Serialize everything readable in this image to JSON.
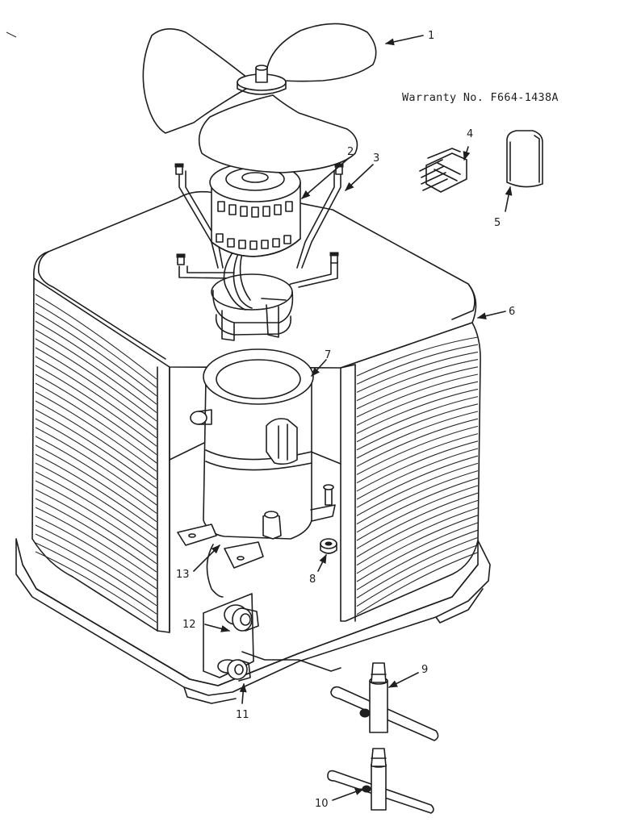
{
  "warranty": "Warranty No. F664-1438A",
  "callouts": {
    "c1": "1",
    "c2": "2",
    "c3": "3",
    "c4": "4",
    "c5": "5",
    "c6": "6",
    "c7": "7",
    "c8": "8",
    "c9": "9",
    "c10": "10",
    "c11": "11",
    "c12": "12",
    "c13": "13"
  }
}
